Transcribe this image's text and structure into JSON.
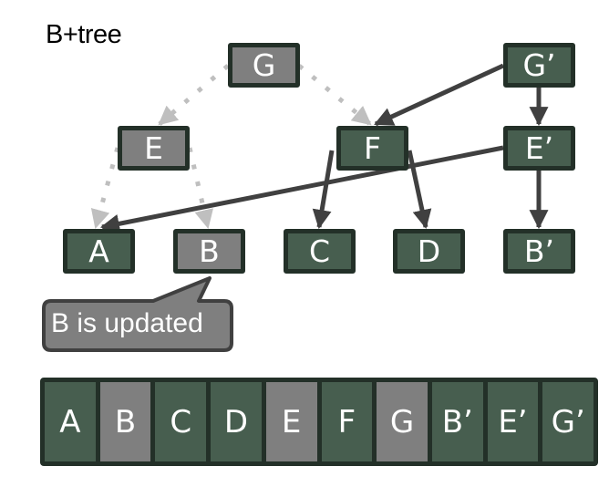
{
  "title": "B+tree",
  "colors": {
    "fresh_node": "#475e4f",
    "stale_node": "#7f7f7f",
    "border": "#233028",
    "new_edge": "#404040",
    "old_edge": "#bfbfbf"
  },
  "tree": {
    "nodes": [
      {
        "id": "G",
        "label": "G",
        "state": "stale"
      },
      {
        "id": "Gp",
        "label": "G’",
        "state": "fresh"
      },
      {
        "id": "E",
        "label": "E",
        "state": "stale"
      },
      {
        "id": "F",
        "label": "F",
        "state": "fresh"
      },
      {
        "id": "Ep",
        "label": "E’",
        "state": "fresh"
      },
      {
        "id": "A",
        "label": "A",
        "state": "fresh"
      },
      {
        "id": "B",
        "label": "B",
        "state": "stale"
      },
      {
        "id": "C",
        "label": "C",
        "state": "fresh"
      },
      {
        "id": "D",
        "label": "D",
        "state": "fresh"
      },
      {
        "id": "Bp",
        "label": "B’",
        "state": "fresh"
      }
    ],
    "edges": [
      {
        "from": "G",
        "to": "E",
        "style": "old"
      },
      {
        "from": "G",
        "to": "F",
        "style": "old"
      },
      {
        "from": "E",
        "to": "A",
        "style": "old"
      },
      {
        "from": "E",
        "to": "B",
        "style": "old"
      },
      {
        "from": "Gp",
        "to": "F",
        "style": "new"
      },
      {
        "from": "Gp",
        "to": "Ep",
        "style": "new"
      },
      {
        "from": "F",
        "to": "C",
        "style": "new"
      },
      {
        "from": "F",
        "to": "D",
        "style": "new"
      },
      {
        "from": "Ep",
        "to": "A",
        "style": "new"
      },
      {
        "from": "Ep",
        "to": "Bp",
        "style": "new"
      }
    ]
  },
  "callout": {
    "text": "B is updated",
    "points_to": "B"
  },
  "storage": {
    "cells": [
      {
        "label": "A",
        "state": "fresh"
      },
      {
        "label": "B",
        "state": "stale"
      },
      {
        "label": "C",
        "state": "fresh"
      },
      {
        "label": "D",
        "state": "fresh"
      },
      {
        "label": "E",
        "state": "stale"
      },
      {
        "label": "F",
        "state": "fresh"
      },
      {
        "label": "G",
        "state": "stale"
      },
      {
        "label": "B’",
        "state": "fresh"
      },
      {
        "label": "E’",
        "state": "fresh"
      },
      {
        "label": "G’",
        "state": "fresh"
      }
    ]
  }
}
